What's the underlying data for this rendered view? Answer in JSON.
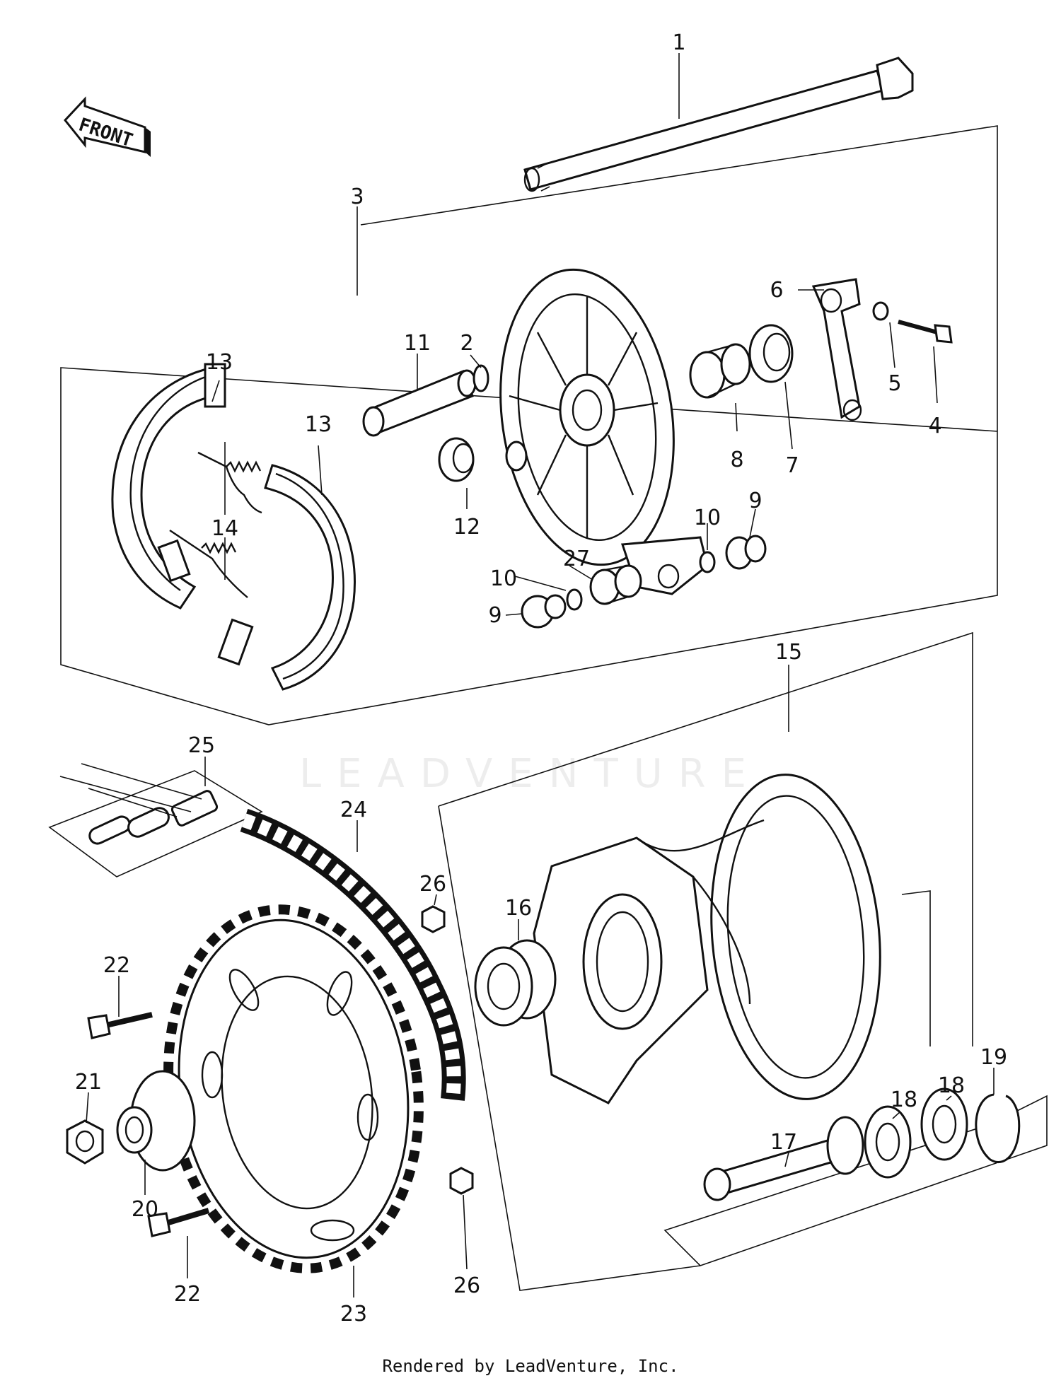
{
  "front_badge": "FRONT",
  "watermark": "LEADVENTURE",
  "footer": "Rendered by LeadVenture, Inc.",
  "callouts": [
    {
      "id": "c1",
      "text": "1"
    },
    {
      "id": "c2",
      "text": "2"
    },
    {
      "id": "c3",
      "text": "3"
    },
    {
      "id": "c4",
      "text": "4"
    },
    {
      "id": "c5",
      "text": "5"
    },
    {
      "id": "c6",
      "text": "6"
    },
    {
      "id": "c7",
      "text": "7"
    },
    {
      "id": "c8",
      "text": "8"
    },
    {
      "id": "c9a",
      "text": "9"
    },
    {
      "id": "c9b",
      "text": "9"
    },
    {
      "id": "c10a",
      "text": "10"
    },
    {
      "id": "c10b",
      "text": "10"
    },
    {
      "id": "c11",
      "text": "11"
    },
    {
      "id": "c12",
      "text": "12"
    },
    {
      "id": "c13a",
      "text": "13"
    },
    {
      "id": "c13b",
      "text": "13"
    },
    {
      "id": "c14",
      "text": "14"
    },
    {
      "id": "c15",
      "text": "15"
    },
    {
      "id": "c16",
      "text": "16"
    },
    {
      "id": "c17",
      "text": "17"
    },
    {
      "id": "c18a",
      "text": "18"
    },
    {
      "id": "c18b",
      "text": "18"
    },
    {
      "id": "c19",
      "text": "19"
    },
    {
      "id": "c20",
      "text": "20"
    },
    {
      "id": "c21",
      "text": "21"
    },
    {
      "id": "c22a",
      "text": "22"
    },
    {
      "id": "c22b",
      "text": "22"
    },
    {
      "id": "c23",
      "text": "23"
    },
    {
      "id": "c24",
      "text": "24"
    },
    {
      "id": "c25",
      "text": "25"
    },
    {
      "id": "c26a",
      "text": "26"
    },
    {
      "id": "c26b",
      "text": "26"
    },
    {
      "id": "c27",
      "text": "27"
    }
  ]
}
